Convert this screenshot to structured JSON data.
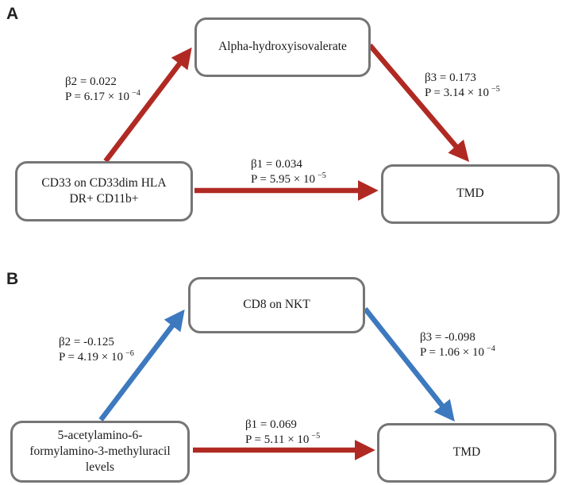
{
  "colors": {
    "arrow_red": "#b02a23",
    "arrow_blue": "#3d79be",
    "box_border": "#757575",
    "text": "#1a1a1a"
  },
  "panel_a": {
    "label": "A",
    "mediator": "Alpha-hydroxyisovalerate",
    "exposure_lines": [
      "CD33 on CD33dim HLA",
      "DR+ CD11b+"
    ],
    "outcome": "TMD",
    "b2": {
      "beta": "β2 = 0.022",
      "p_base": "P = 6.17 × 10",
      "p_exp": "−4"
    },
    "b3": {
      "beta": "β3 = 0.173",
      "p_base": "P = 3.14 × 10",
      "p_exp": "−5"
    },
    "b1": {
      "beta": "β1 = 0.034",
      "p_base": "P = 5.95 × 10",
      "p_exp": "−5"
    }
  },
  "panel_b": {
    "label": "B",
    "mediator": "CD8 on NKT",
    "exposure_lines": [
      "5-acetylamino-6-",
      "formylamino-3-methyluracil",
      "levels"
    ],
    "outcome": "TMD",
    "b2": {
      "beta": "β2 = -0.125",
      "p_base": "P = 4.19 × 10",
      "p_exp": "−6"
    },
    "b3": {
      "beta": "β3 = -0.098",
      "p_base": "P = 1.06 × 10",
      "p_exp": "−4"
    },
    "b1": {
      "beta": "β1 = 0.069",
      "p_base": "P = 5.11 × 10",
      "p_exp": "−5"
    }
  }
}
